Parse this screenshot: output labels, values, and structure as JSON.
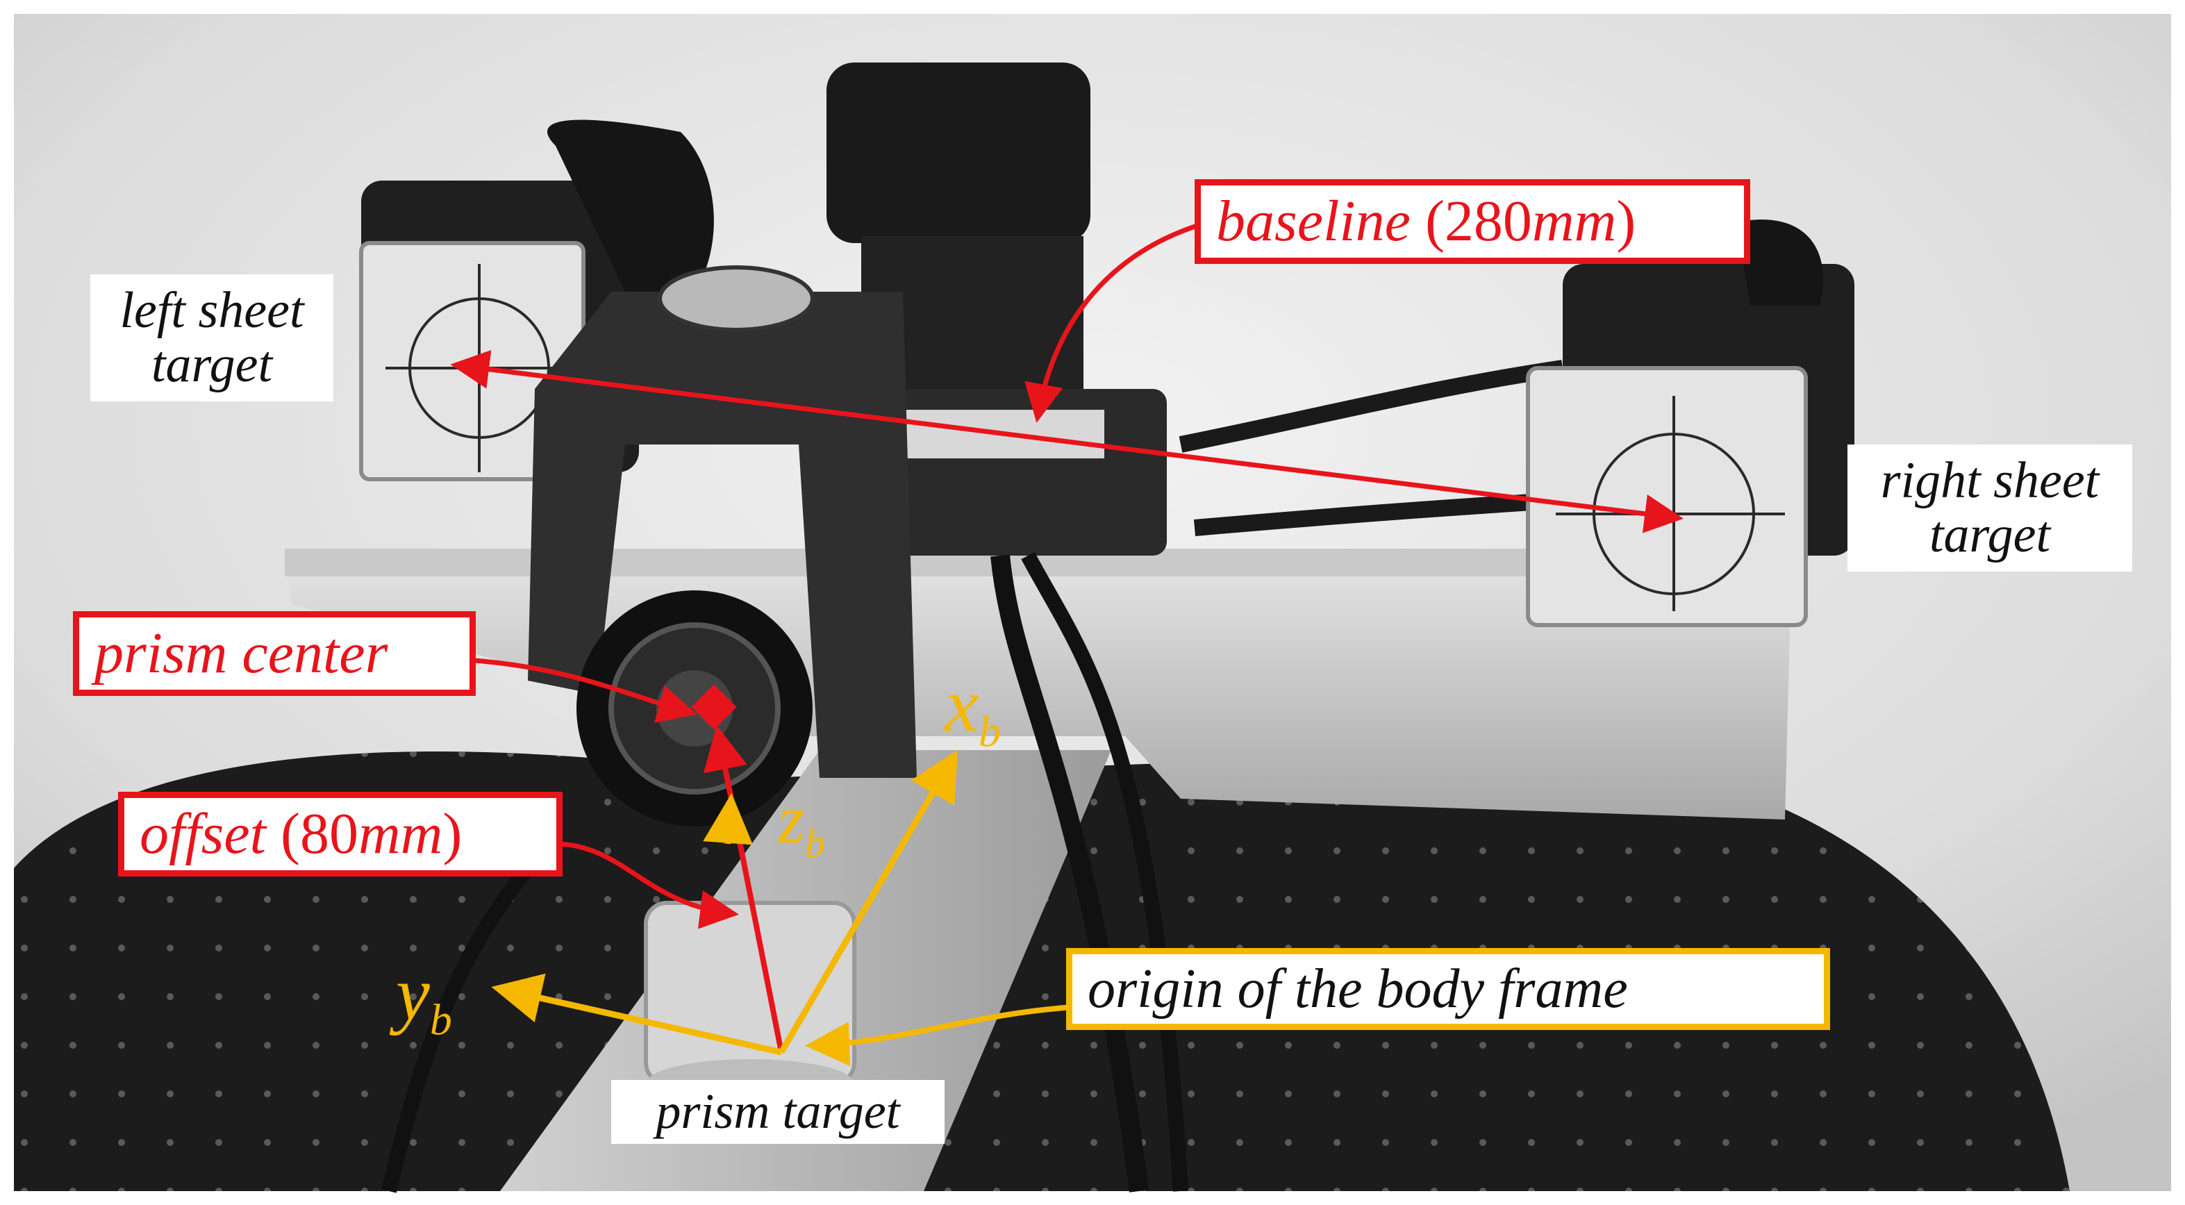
{
  "labels": {
    "left_target": {
      "line1": "left sheet",
      "line2": "target"
    },
    "right_target": {
      "line1": "right sheet",
      "line2": "target"
    },
    "baseline": {
      "name": "baseline",
      "value": "(280",
      "unit": "mm",
      "close": ")"
    },
    "prism_center": "prism center",
    "offset": {
      "name": "offset",
      "value": "(80",
      "unit": "mm",
      "close": ")"
    },
    "origin": "origin of the body frame",
    "prism_target": "prism target"
  },
  "axes": {
    "x": {
      "letter": "x",
      "sub": "b"
    },
    "y": {
      "letter": "y",
      "sub": "b"
    },
    "z": {
      "letter": "z",
      "sub": "b"
    }
  },
  "colors": {
    "red": "#e8141b",
    "amber": "#f5b800"
  }
}
